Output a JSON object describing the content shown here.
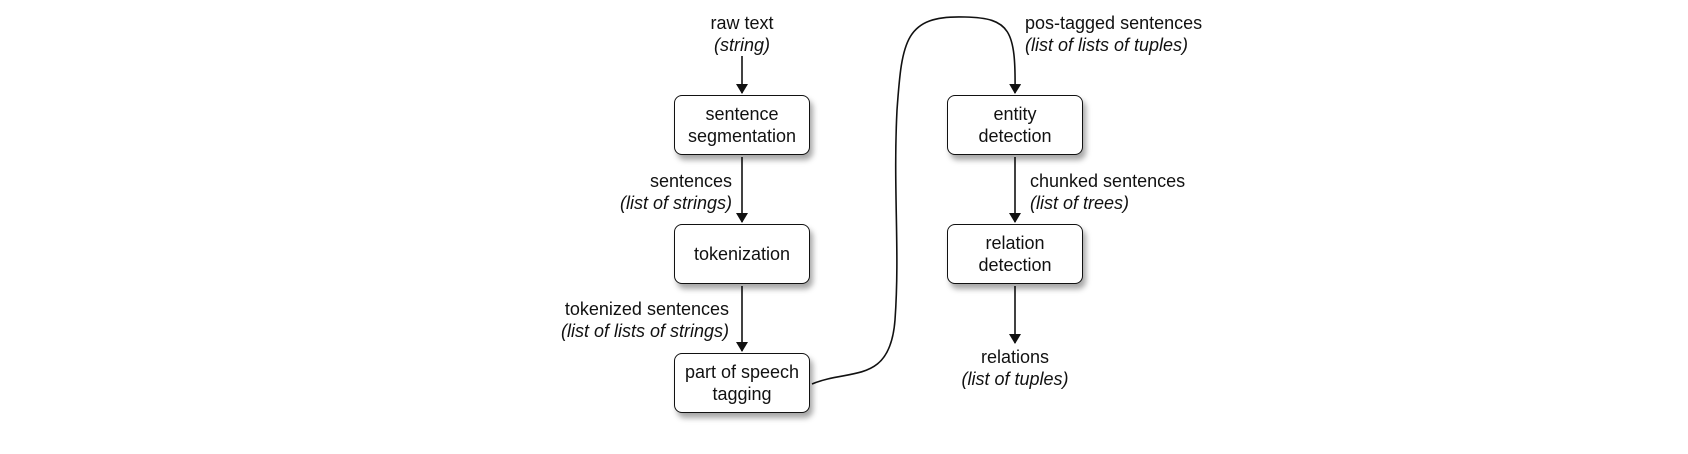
{
  "diagram": {
    "boxes": {
      "sentence_segmentation": "sentence\nsegmentation",
      "tokenization": "tokenization",
      "pos_tagging": "part of speech\ntagging",
      "entity_detection": "entity\ndetection",
      "relation_detection": "relation\ndetection"
    },
    "labels": {
      "raw_text": {
        "title": "raw text",
        "type": "(string)"
      },
      "sentences": {
        "title": "sentences",
        "type": "(list of strings)"
      },
      "tokenized_sentences": {
        "title": "tokenized sentences",
        "type": "(list of lists of strings)"
      },
      "pos_tagged_sentences": {
        "title": "pos-tagged sentences",
        "type": "(list of lists of tuples)"
      },
      "chunked_sentences": {
        "title": "chunked sentences",
        "type": "(list of trees)"
      },
      "relations": {
        "title": "relations",
        "type": "(list of tuples)"
      }
    },
    "colors": {
      "stroke": "#111111",
      "shadow": "rgba(0,0,0,0.35)"
    }
  }
}
